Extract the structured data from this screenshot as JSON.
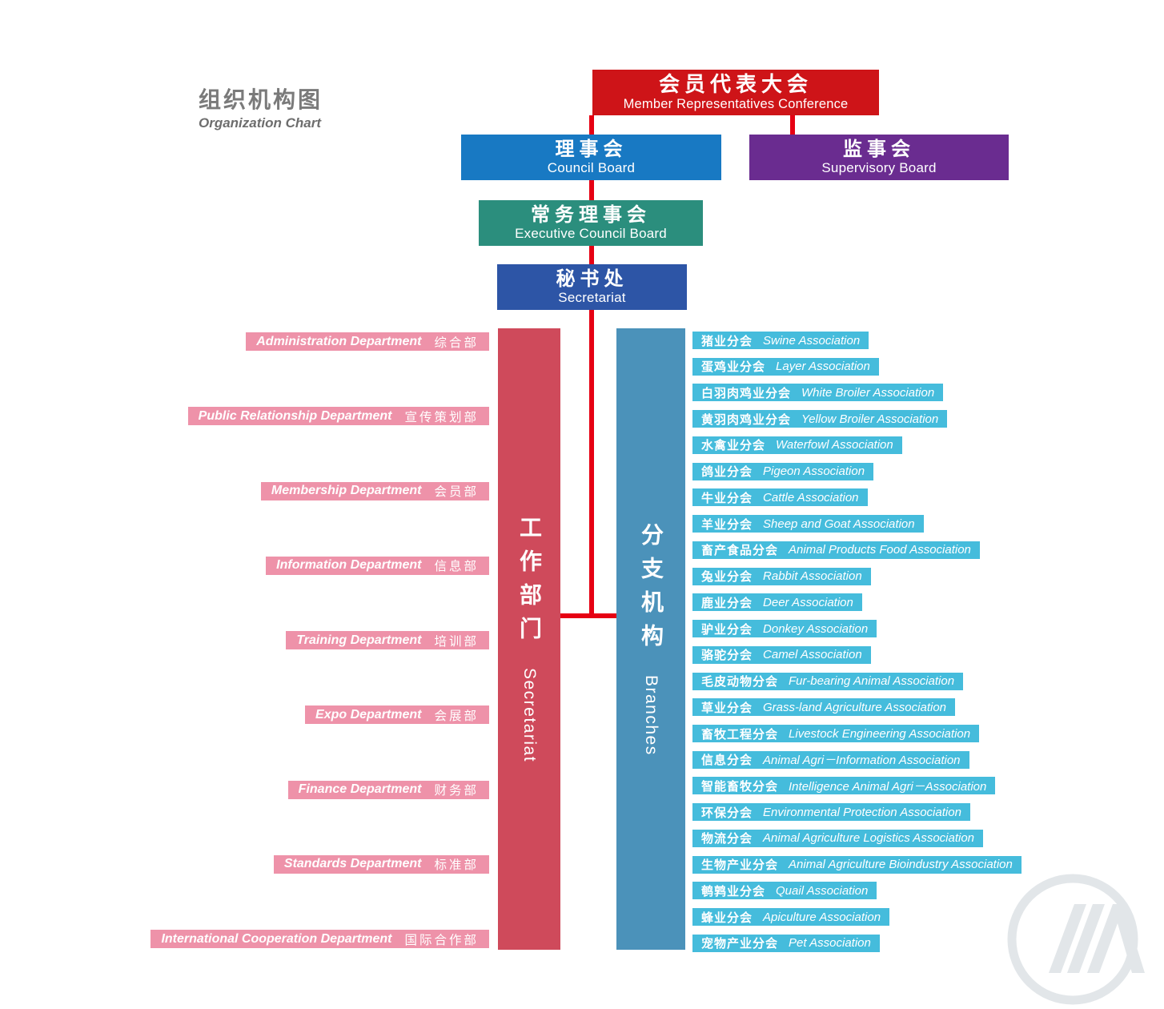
{
  "page": {
    "title_zh": "组织机构图",
    "title_en": "Organization Chart"
  },
  "colors": {
    "connector": "#e60013",
    "conference": "#ce1418",
    "council": "#1879c3",
    "supervisory": "#6a2c90",
    "executive": "#2b8e7d",
    "secretariat": "#2d55a6",
    "departments_bar": "#cf4a5b",
    "branches_bar": "#4b92ba",
    "department_pill": "#ee92a9",
    "branch_pill": "#45bcdc"
  },
  "boxes": {
    "conference": {
      "zh": "会员代表大会",
      "en": "Member Representatives Conference"
    },
    "council": {
      "zh": "理事会",
      "en": "Council Board"
    },
    "supervisory": {
      "zh": "监事会",
      "en": "Supervisory Board"
    },
    "executive": {
      "zh": "常务理事会",
      "en": "Executive Council Board"
    },
    "secretariat": {
      "zh": "秘书处",
      "en": "Secretariat"
    }
  },
  "bars": {
    "departments": {
      "zh": "工作部门",
      "en": "Secretariat"
    },
    "branches": {
      "zh": "分支机构",
      "en": "Branches"
    }
  },
  "departments": [
    {
      "en": "Administration Department",
      "zh": "综合部"
    },
    {
      "en": "Public Relationship Department",
      "zh": "宣传策划部"
    },
    {
      "en": "Membership Department",
      "zh": "会员部"
    },
    {
      "en": "Information Department",
      "zh": "信息部"
    },
    {
      "en": "Training Department",
      "zh": "培训部"
    },
    {
      "en": "Expo Department",
      "zh": "会展部"
    },
    {
      "en": "Finance Department",
      "zh": "财务部"
    },
    {
      "en": "Standards Department",
      "zh": "标准部"
    },
    {
      "en": "International Cooperation Department",
      "zh": "国际合作部"
    }
  ],
  "branches": [
    {
      "zh": "猪业分会",
      "en": "Swine Association"
    },
    {
      "zh": "蛋鸡业分会",
      "en": "Layer Association"
    },
    {
      "zh": "白羽肉鸡业分会",
      "en": "White Broiler Association"
    },
    {
      "zh": "黄羽肉鸡业分会",
      "en": "Yellow Broiler Association"
    },
    {
      "zh": "水禽业分会",
      "en": "Waterfowl Association"
    },
    {
      "zh": "鸽业分会",
      "en": "Pigeon Association"
    },
    {
      "zh": "牛业分会",
      "en": "Cattle Association"
    },
    {
      "zh": "羊业分会",
      "en": "Sheep and Goat Association"
    },
    {
      "zh": "畜产食品分会",
      "en": "Animal Products Food Association"
    },
    {
      "zh": "兔业分会",
      "en": "Rabbit Association"
    },
    {
      "zh": "鹿业分会",
      "en": "Deer Association"
    },
    {
      "zh": "驴业分会",
      "en": "Donkey Association"
    },
    {
      "zh": "骆驼分会",
      "en": "Camel Association"
    },
    {
      "zh": "毛皮动物分会",
      "en": "Fur-bearing Animal Association"
    },
    {
      "zh": "草业分会",
      "en": "Grass-land  Agriculture  Association"
    },
    {
      "zh": "畜牧工程分会",
      "en": "Livestock Engineering Association"
    },
    {
      "zh": "信息分会",
      "en": "Animal Agri－Information Association"
    },
    {
      "zh": "智能畜牧分会",
      "en": "Intelligence Animal Agri－Association"
    },
    {
      "zh": "环保分会",
      "en": "Environmental Protection Association"
    },
    {
      "zh": "物流分会",
      "en": "Animal Agriculture Logistics Association"
    },
    {
      "zh": "生物产业分会",
      "en": "Animal Agriculture Bioindustry Association"
    },
    {
      "zh": "鹌鹑业分会",
      "en": "Quail Association"
    },
    {
      "zh": "蜂业分会",
      "en": "Apiculture Association"
    },
    {
      "zh": "宠物产业分会",
      "en": "Pet Association"
    }
  ]
}
